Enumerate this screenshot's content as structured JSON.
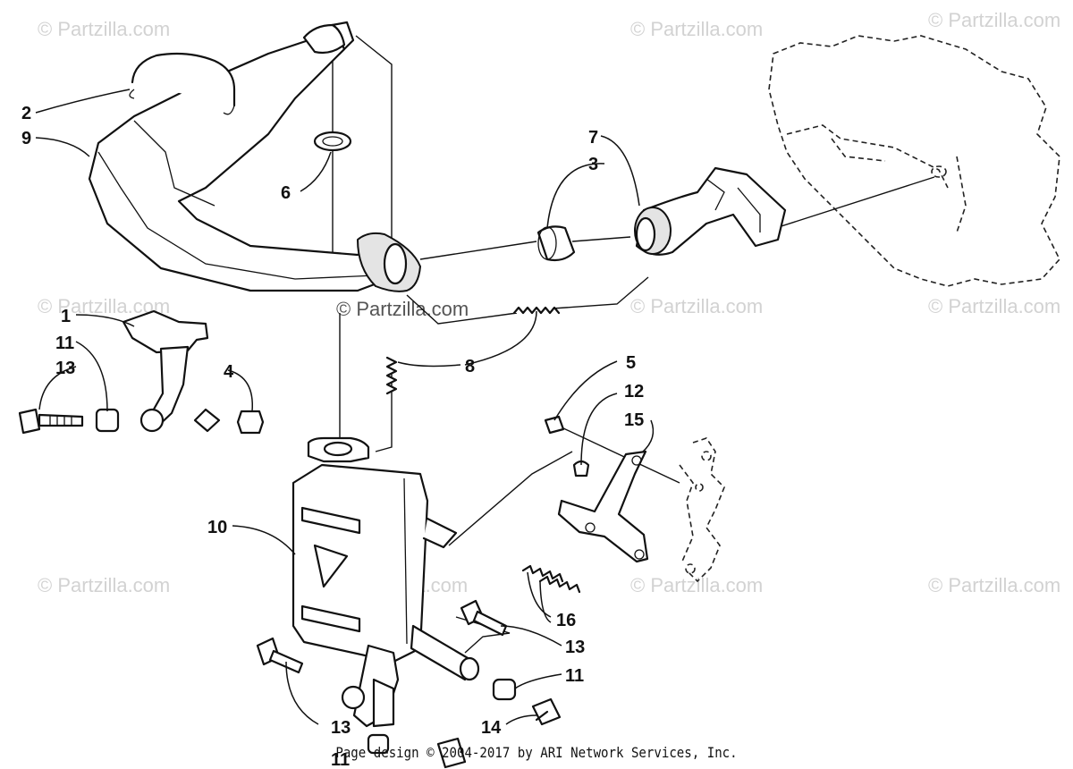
{
  "watermark": "© Partzilla.com",
  "footer": "Page design © 2004-2017 by ARI Network Services, Inc.",
  "callouts": {
    "c1": "1",
    "c2": "2",
    "c3": "3",
    "c4": "4",
    "c5": "5",
    "c6": "6",
    "c7": "7",
    "c8": "8",
    "c9": "9",
    "c10": "10",
    "c11a": "11",
    "c11b": "11",
    "c11c": "11",
    "c12": "12",
    "c13a": "13",
    "c13b": "13",
    "c13c": "13",
    "c14": "14",
    "c15": "15",
    "c16": "16"
  }
}
